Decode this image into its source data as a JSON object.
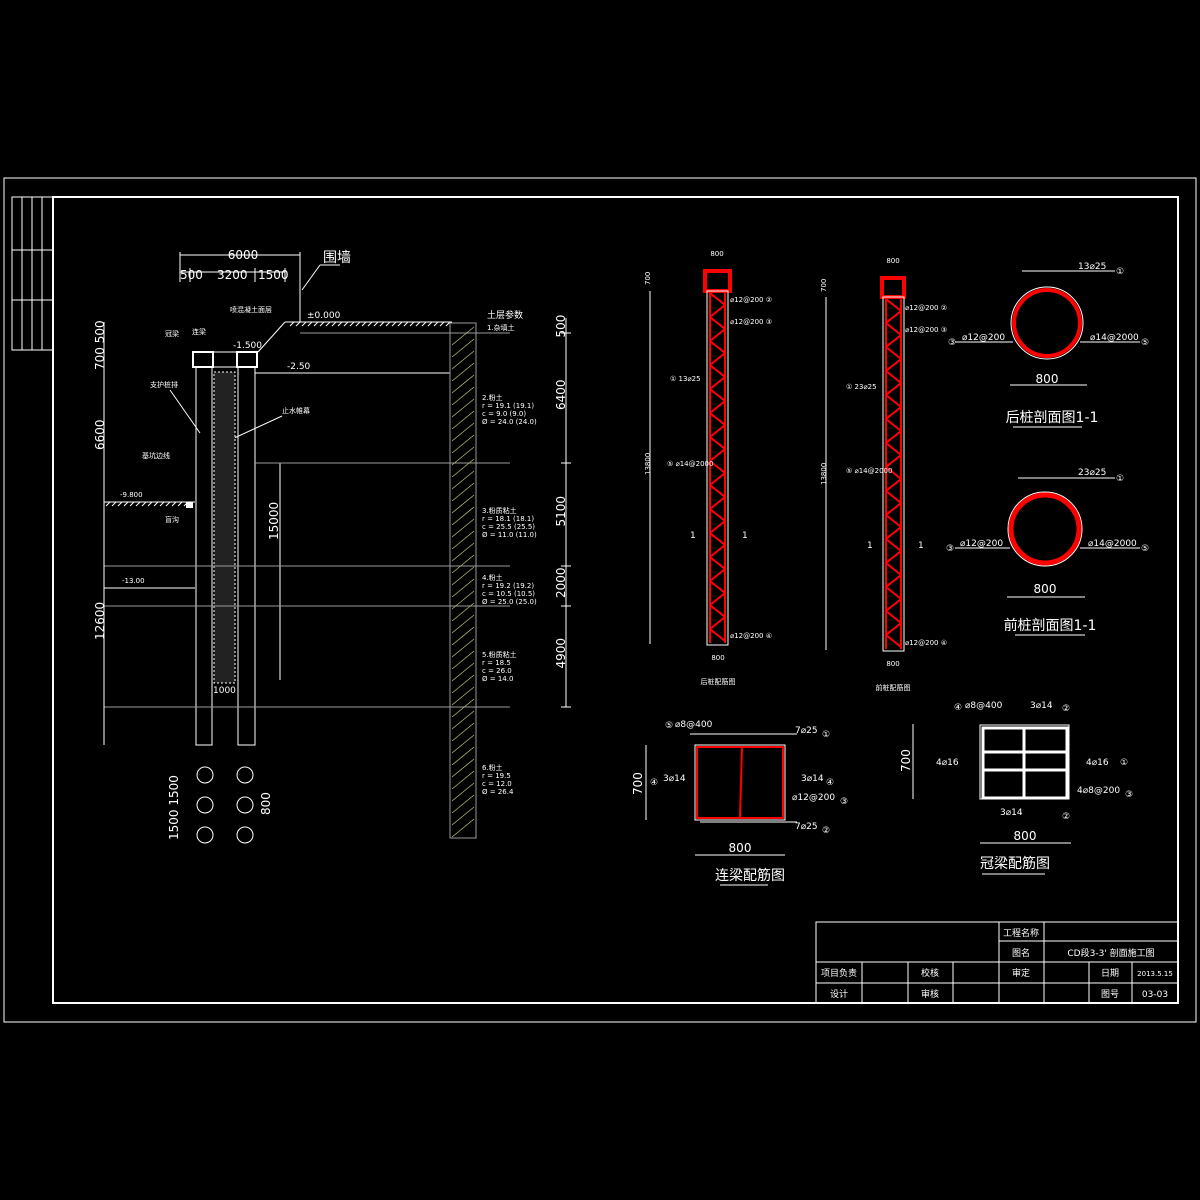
{
  "section": {
    "dim_total": "6000",
    "dim_a": "500",
    "dim_b": "3200",
    "dim_c": "1500",
    "wall_label": "围墙",
    "ground_level": "±0.000",
    "cap_level": "-1.500",
    "water_level_1": "-2.50",
    "pit_level": "-9.800",
    "water_level_2": "-13.00",
    "label_crown_beam": "冠梁",
    "label_link_beam": "连梁",
    "label_slope": "喷混凝土面层",
    "label_pile": "支护桩排",
    "label_curtain": "止水帷幕",
    "label_pit_edge": "基坑边线",
    "label_drain": "盲沟",
    "left_dim_top": "700 500",
    "left_dim_mid": "6600",
    "left_dim_bot": "12600",
    "curtain_depth": "15000",
    "curtain_width": "1000",
    "plan_dim_spacing": "1500 1500",
    "plan_dim_row": "800",
    "soil_title": "土层参数",
    "soil_1": "1.杂填土",
    "right_dims": [
      "500",
      "6400",
      "5100",
      "2000",
      "4900"
    ]
  },
  "soil_layers": [
    {
      "name": "2.粉土",
      "r": "r = 19.1 (19.1)",
      "c": "c = 9.0 (9.0)",
      "phi": "Ø = 24.0 (24.0)"
    },
    {
      "name": "3.粉质粘土",
      "r": "r = 18.1 (18.1)",
      "c": "c = 25.5 (25.5)",
      "phi": "Ø = 11.0 (11.0)"
    },
    {
      "name": "4.粉土",
      "r": "r = 19.2 (19.2)",
      "c": "c = 10.5 (10.5)",
      "phi": "Ø = 25.0 (25.0)"
    },
    {
      "name": "5.粉质粘土",
      "r": "r = 18.5",
      "c": "c = 26.0",
      "phi": "Ø = 14.0"
    },
    {
      "name": "6.粉土",
      "r": "r = 19.5",
      "c": "c = 12.0",
      "phi": "Ø = 26.4"
    }
  ],
  "rear_pile": {
    "width": "800",
    "top": "700",
    "length": "13800",
    "l1": "⌀12@200 ②",
    "l2": "⌀12@200 ③",
    "l3": "① 13⌀25",
    "l4": "⑤ ⌀14@2000",
    "l5": "⌀12@200 ④",
    "title": "后桩配筋图",
    "cut": "1"
  },
  "front_pile": {
    "width": "800",
    "top": "700",
    "length": "13800",
    "l1": "⌀12@200 ②",
    "l2": "⌀12@200 ③",
    "l3": "① 23⌀25",
    "l4": "⑤ ⌀14@2000",
    "l5": "⌀12@200 ④",
    "title": "前桩配筋图",
    "cut": "1"
  },
  "rear_section": {
    "bars": "13⌀25",
    "n1": "①",
    "stirrup": "⌀12@200",
    "n3": "③",
    "hoop": "⌀14@2000",
    "n5": "⑤",
    "dia": "800",
    "title": "后桩剖面图1-1"
  },
  "front_section": {
    "bars": "23⌀25",
    "n1": "①",
    "stirrup": "⌀12@200",
    "n3": "③",
    "hoop": "⌀14@2000",
    "n5": "⑤",
    "dia": "800",
    "title": "前桩剖面图1-1"
  },
  "link_beam": {
    "tie": "⌀8@400",
    "n5": "⑤",
    "top": "7⌀25",
    "n1": "①",
    "side_l": "3⌀14",
    "n4": "④",
    "side_r": "3⌀14",
    "stirrup": "⌀12@200",
    "n3": "③",
    "bottom": "7⌀25",
    "n2": "②",
    "h": "700",
    "w": "800",
    "title": "连梁配筋图"
  },
  "crown_beam": {
    "tie": "⌀8@400",
    "n4": "④",
    "top": "3⌀14",
    "n2": "②",
    "side_l": "4⌀16",
    "n1": "①",
    "side_r": "4⌀16",
    "stirrup": "4⌀8@200",
    "n3": "③",
    "bottom": "3⌀14",
    "h": "700",
    "w": "800",
    "title": "冠梁配筋图"
  },
  "title_block": {
    "project_label": "工程名称",
    "project_value": "",
    "drawing_label": "图名",
    "drawing_value": "CD段3-3' 剖面施工图",
    "pm_label": "项目负责",
    "check_label": "校核",
    "approve_label": "审定",
    "date_label": "日期",
    "date_value": "2013.5.15",
    "design_label": "设计",
    "review_label": "审核",
    "number_label": "图号",
    "number_value": "03-03"
  }
}
